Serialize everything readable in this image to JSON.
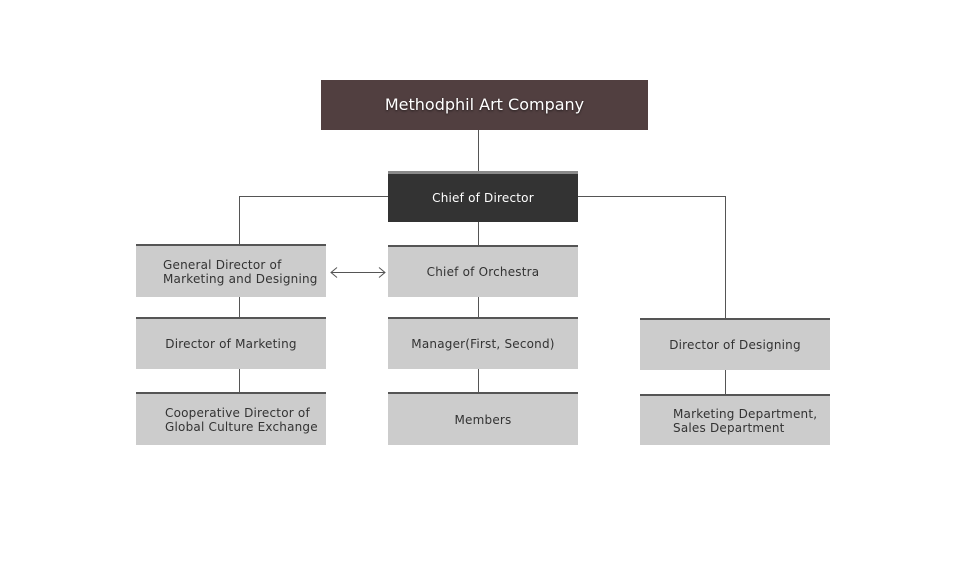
{
  "nodes": {
    "company": "Methodphil Art Company",
    "chief_director": "Chief of Director",
    "general_director": "General Director of\nMarketing and Designing",
    "chief_orchestra": "Chief of Orchestra",
    "director_marketing": "Director of Marketing",
    "manager": "Manager(First, Second)",
    "director_designing": "Director of Designing",
    "cooperative_director": "Cooperative Director of\nGlobal Culture Exchange",
    "members": "Members",
    "departments": "Marketing Department,\nSales Department"
  },
  "colors": {
    "company_box": "#513f40",
    "chief_box": "#333333",
    "node_box": "#cccccc",
    "connector": "#555555"
  }
}
